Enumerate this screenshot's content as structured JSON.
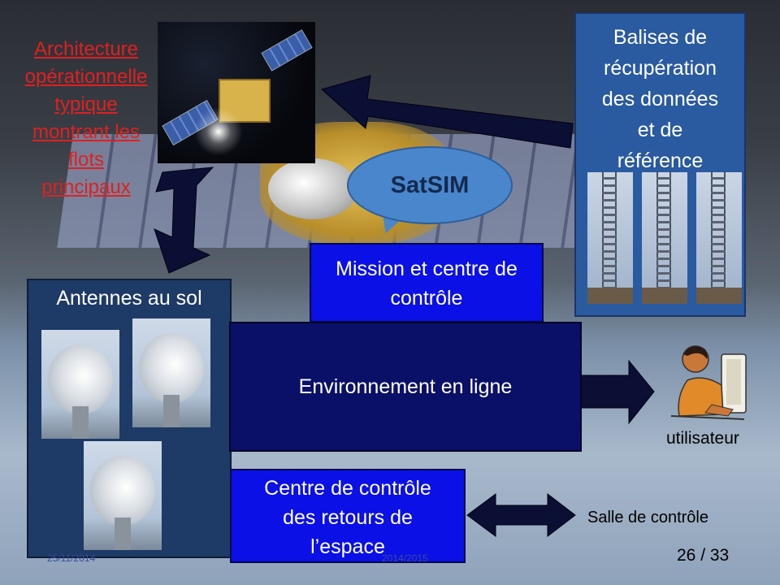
{
  "slide": {
    "title_lines": [
      "Architecture",
      "opérationnelle",
      "typique",
      "montrant les",
      "flots",
      "principaux"
    ],
    "satsim": "SatSIM",
    "balises_lines": [
      "Balises de",
      "récupération",
      "des données",
      "et de",
      "référence"
    ],
    "mission_lines": [
      "Mission et centre de",
      "contrôle"
    ],
    "antennes": "Antennes au sol",
    "environnement": "Environnement en ligne",
    "centre_lines": [
      "Centre de contrôle",
      "des retours de",
      "l’espace"
    ],
    "utilisateur": "utilisateur",
    "salle": "Salle de contrôle",
    "footer_date": "25/11/2014",
    "footer_center": "2014/2015",
    "page_number": "26 / 33"
  },
  "colors": {
    "title": "#e02020",
    "box_blue": "#0a10e6",
    "box_dark": "#0a1068",
    "balises_bg": "#2a5aa0",
    "antennes_bg": "#1e3a66",
    "bubble": "#4a86cc",
    "arrow": "#0b0f33"
  }
}
